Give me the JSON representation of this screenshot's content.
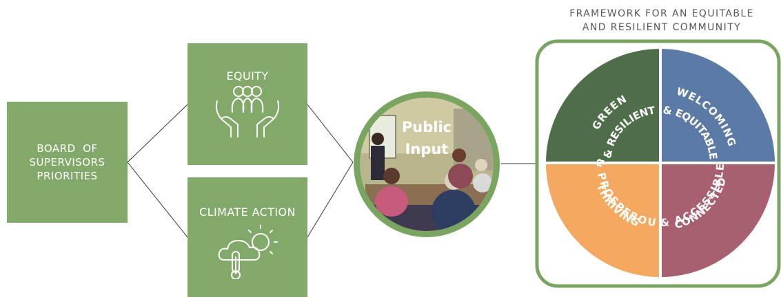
{
  "board": {
    "line1": "BOARD  OF",
    "line2": "SUPERVISORS",
    "line3": "PRIORITIES"
  },
  "equity": {
    "label": "EQUITY",
    "icon": "people-in-hands-icon"
  },
  "climate": {
    "label": "CLIMATE ACTION",
    "icon": "weather-thermometer-icon"
  },
  "public_input": {
    "line1": "Public",
    "line2": "Input",
    "photo": "community-meeting-photo"
  },
  "framework": {
    "title_line1": "FRAMEWORK FOR AN EQUITABLE",
    "title_line2": "AND RESILIENT COMMUNITY",
    "quadrants": [
      {
        "line1": "GREEN",
        "line2": "& RESILIENT",
        "color": "#4e6e4a"
      },
      {
        "line1": "WELCOMING",
        "line2": "& EQUITABLE",
        "color": "#5c7aa6"
      },
      {
        "line1": "THRIVING",
        "line2": "& PROSPEROUS",
        "color": "#f5a85f"
      },
      {
        "line1": "CONNECTED",
        "line2": "& ACCESSIBLE",
        "color": "#a86070"
      }
    ]
  },
  "colors": {
    "box_green": "#82a86a",
    "frame_green": "#7aa560",
    "connector": "#2f3a2f"
  }
}
